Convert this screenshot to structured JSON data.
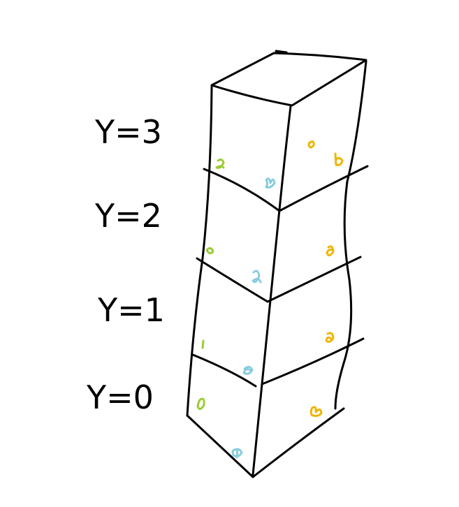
{
  "labels": {
    "level_3": "Y=3",
    "level_2": "Y=2",
    "level_1": "Y=1",
    "level_0": "Y=0"
  },
  "colors": {
    "ink": "#000000",
    "dot_green": "#99cc33",
    "dot_blue": "#88ccdd",
    "dot_yellow": "#f0b400",
    "background": "#ffffff"
  }
}
